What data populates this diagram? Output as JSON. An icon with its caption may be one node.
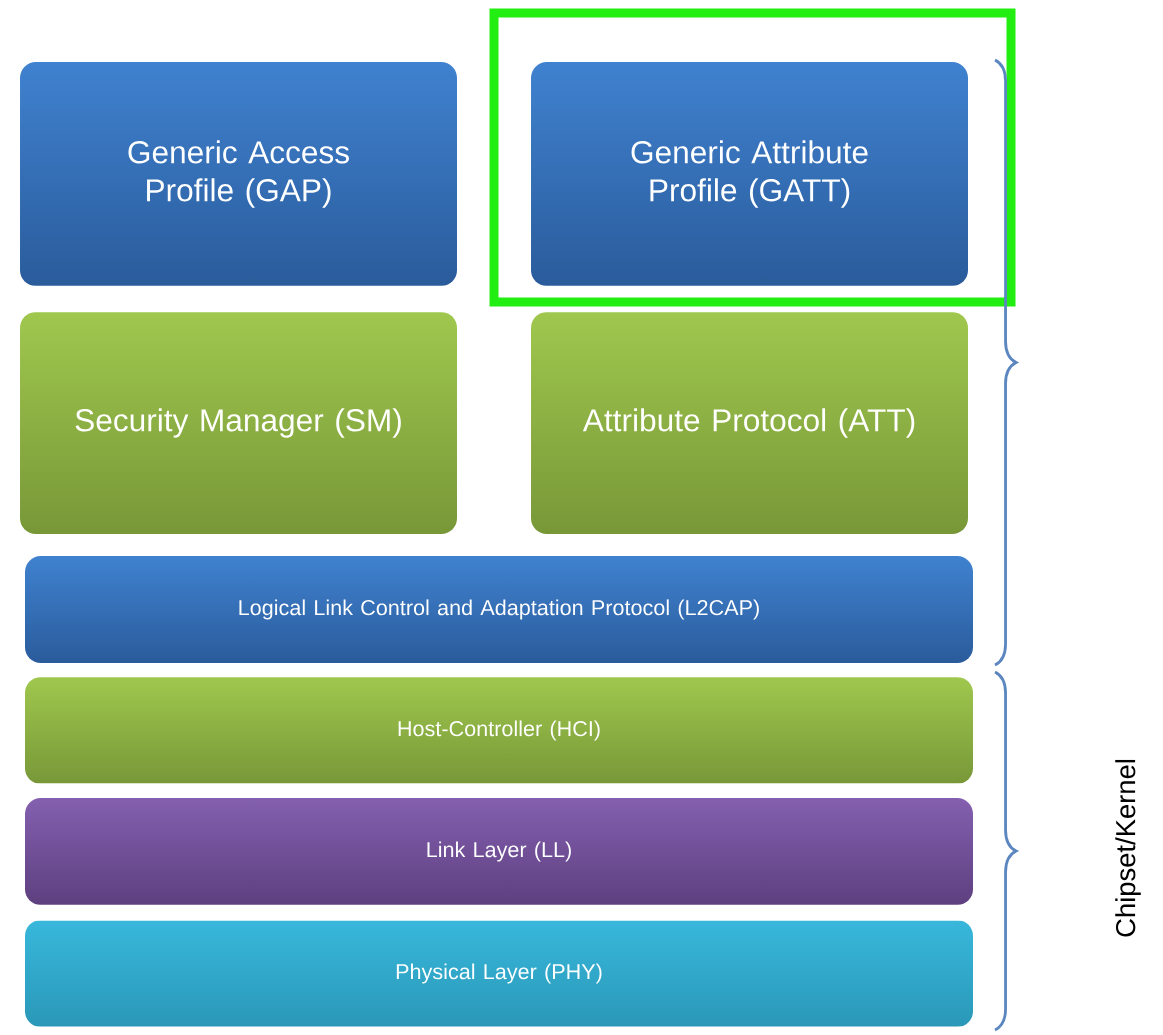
{
  "diagram": {
    "nodes": [
      {
        "text": [
          "Generic Access Profile (GAP)"
        ]
      },
      {
        "text": [
          "Generic Attribute Profile (GATT)"
        ]
      },
      {
        "text": [
          "Security Manager (SM)"
        ]
      },
      {
        "text": [
          "Attribute Protocol (ATT)"
        ]
      },
      {
        "text": [
          "Logical Link Control and Adaptation Protocol (L2CAP)"
        ]
      },
      {
        "text": [
          "Host-Controller (HCI)"
        ]
      },
      {
        "text": [
          "Link Layer (LL)"
        ]
      },
      {
        "text": [
          "Physical Layer (PHY)"
        ]
      }
    ],
    "labels": [
      "Chipset/Kernel"
    ]
  }
}
